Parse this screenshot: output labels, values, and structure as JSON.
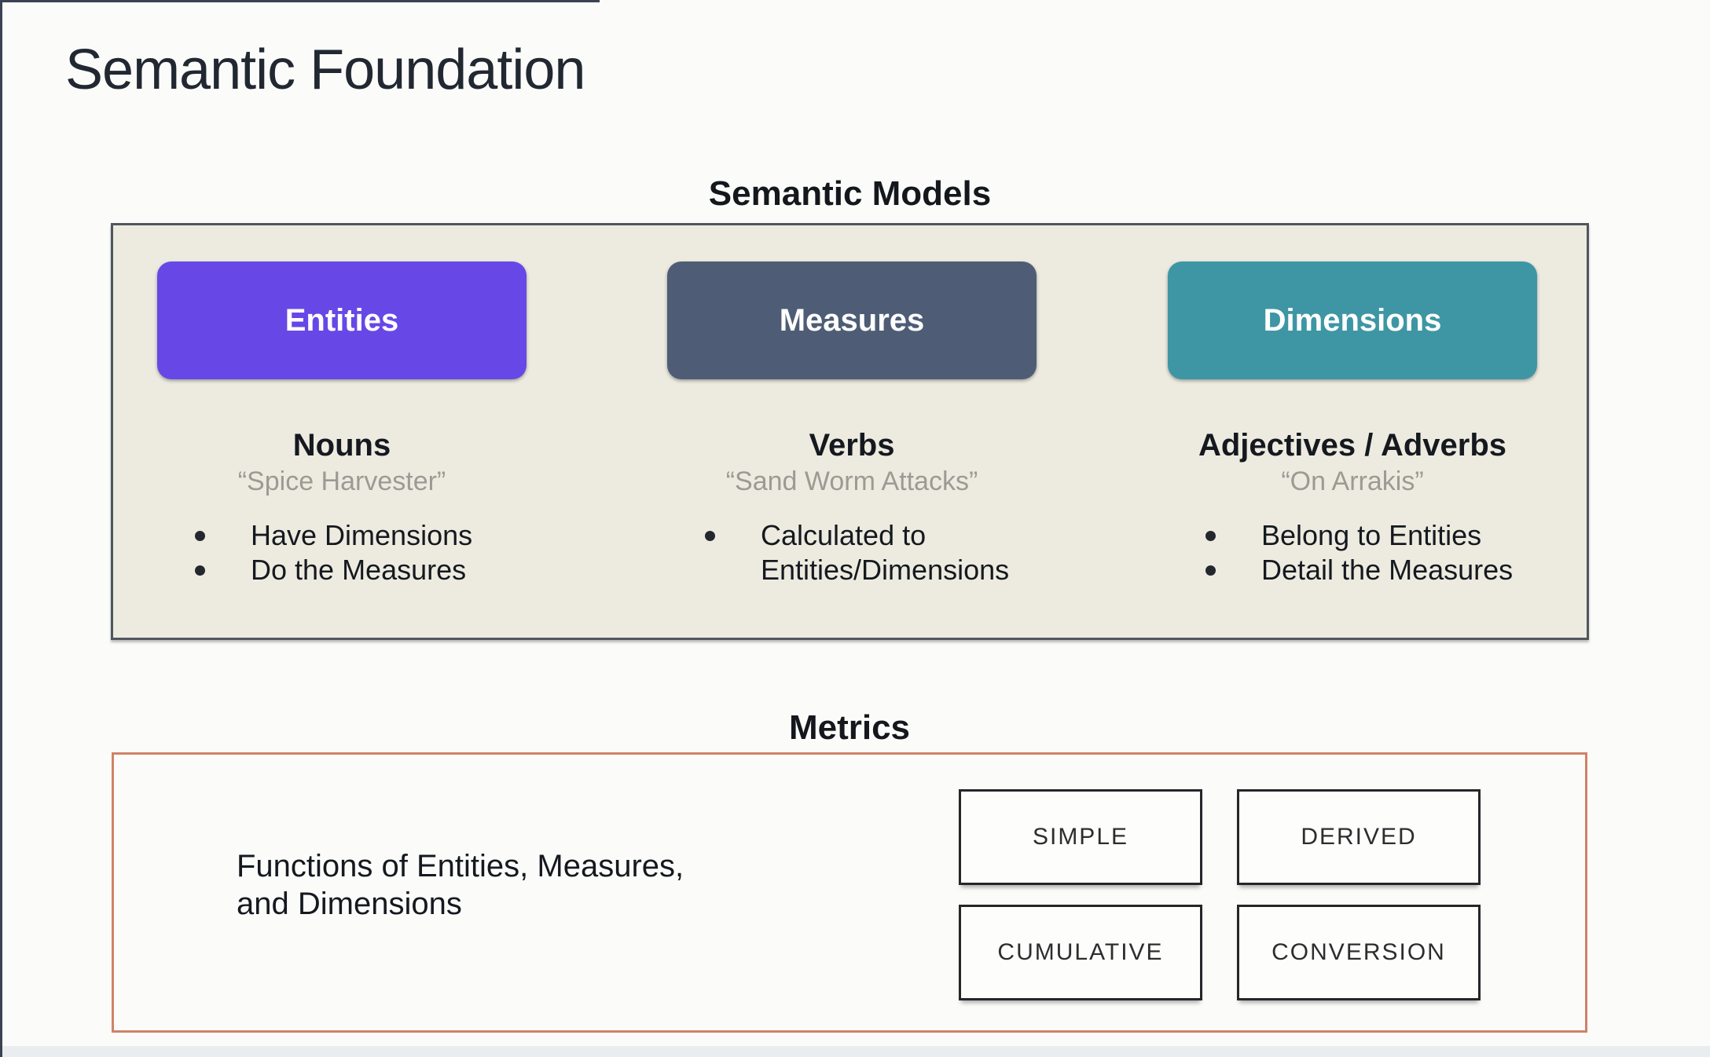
{
  "slide": {
    "title": "Semantic Foundation"
  },
  "semantic_models": {
    "heading": "Semantic Models",
    "columns": [
      {
        "label": "Entities",
        "color": "#6748e6",
        "part_of_speech": "Nouns",
        "example": "“Spice Harvester”",
        "bullets": [
          "Have Dimensions",
          "Do the Measures"
        ]
      },
      {
        "label": "Measures",
        "color": "#4e5d75",
        "part_of_speech": "Verbs",
        "example": "“Sand Worm Attacks”",
        "bullets": [
          "Calculated to Entities/Dimensions"
        ]
      },
      {
        "label": "Dimensions",
        "color": "#3e96a4",
        "part_of_speech": "Adjectives / Adverbs",
        "example": "“On Arrakis”",
        "bullets": [
          "Belong to Entities",
          "Detail the Measures"
        ]
      }
    ]
  },
  "metrics": {
    "heading": "Metrics",
    "description": "Functions of Entities, Measures, and Dimensions",
    "types": [
      "SIMPLE",
      "DERIVED",
      "CUMULATIVE",
      "CONVERSION"
    ]
  },
  "colors": {
    "panel_bg": "#edebe0",
    "panel_border": "#51565e",
    "metrics_border": "#cf8368",
    "quote_text": "#9b9b94"
  }
}
